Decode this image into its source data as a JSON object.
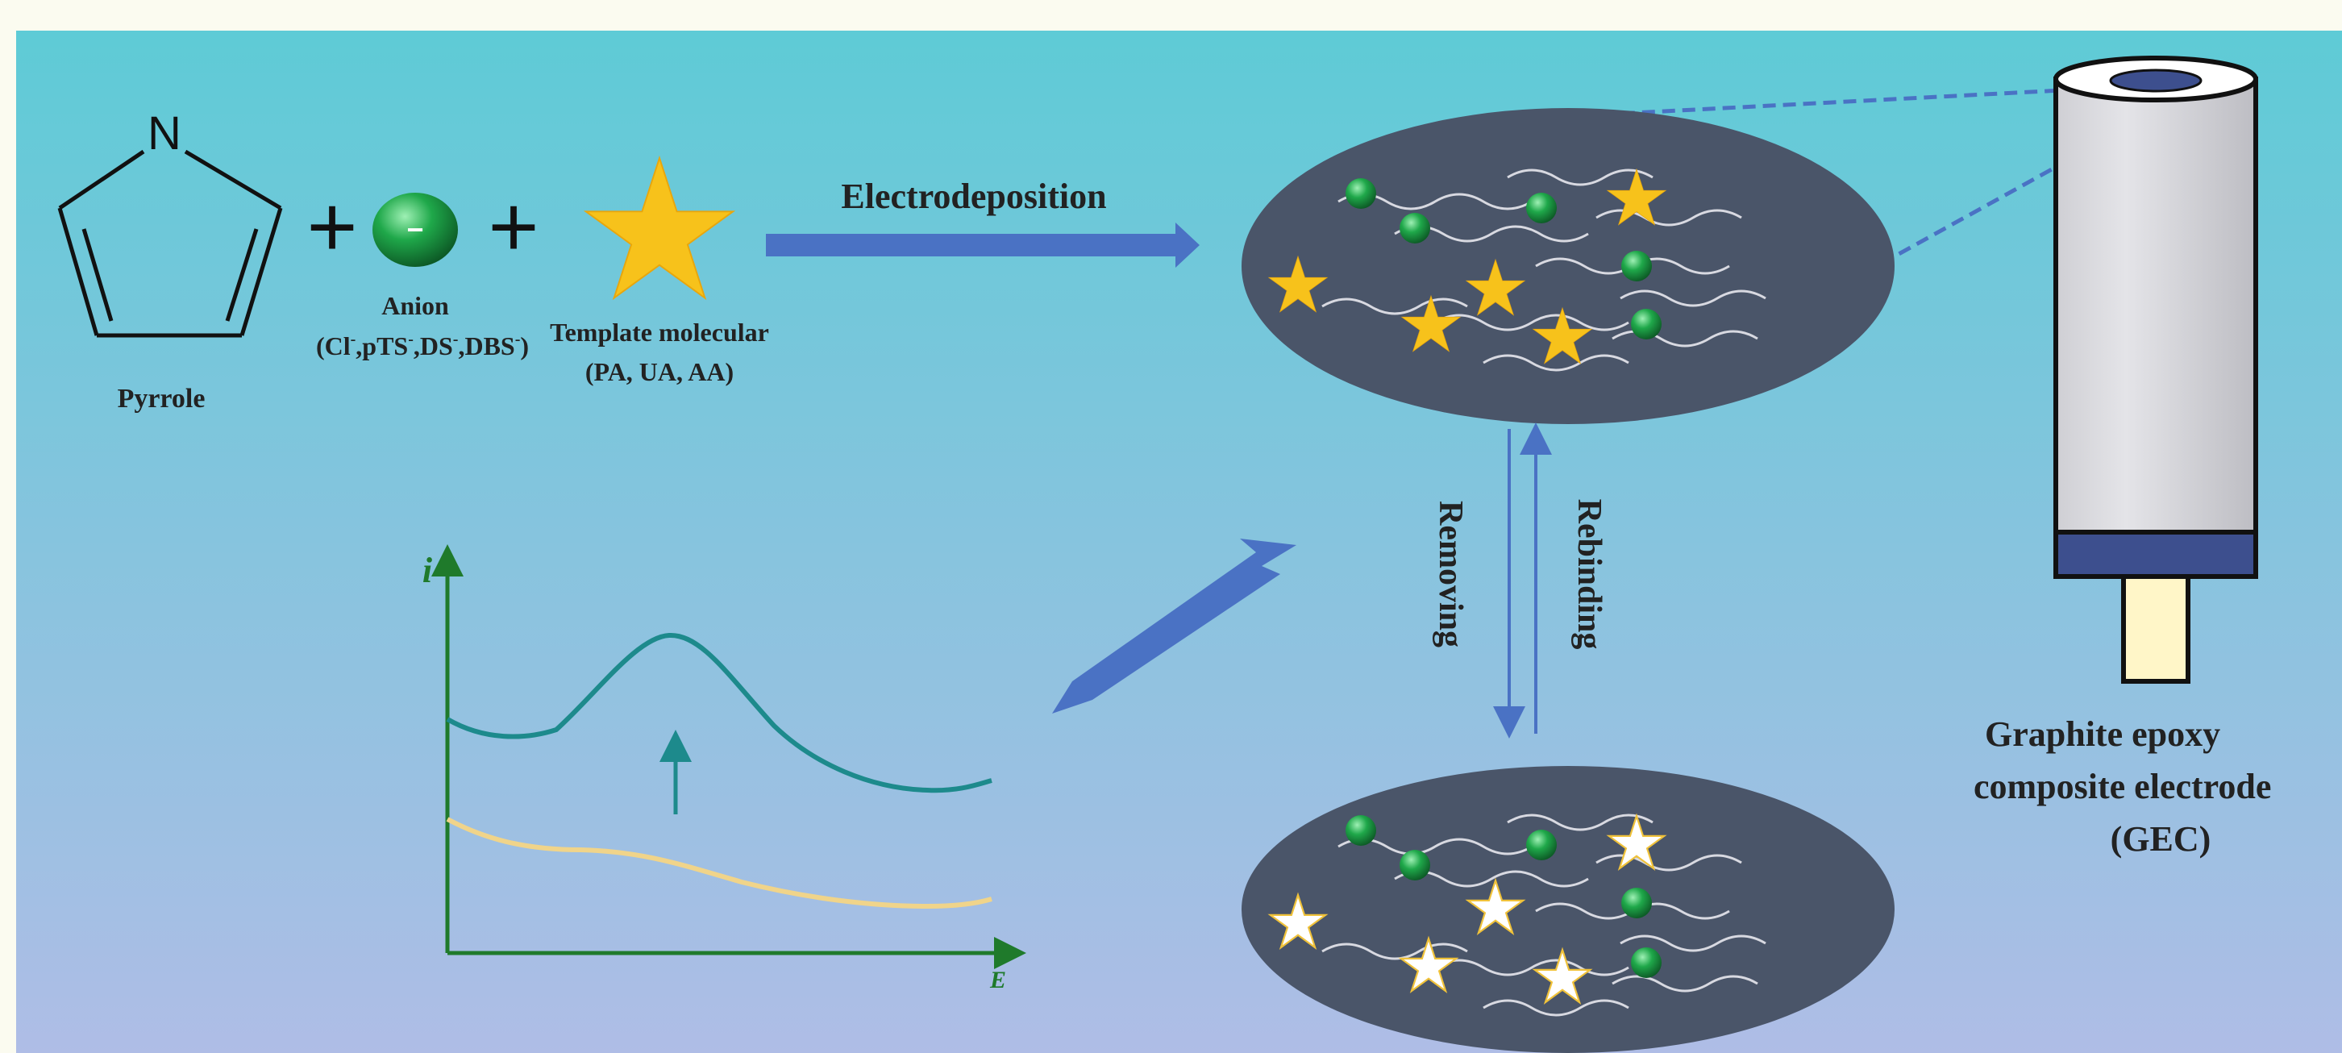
{
  "pyrrole": {
    "atom": "N",
    "label": "Pyrrole"
  },
  "reactants": {
    "plus": "+",
    "anion_sign": "−",
    "anion_label": "Anion",
    "anion_types": [
      "Cl",
      "pTS",
      "DS",
      "DBS"
    ],
    "charge": "-",
    "template_label": "Template molecular",
    "template_types": "(PA, UA, AA)"
  },
  "steps": {
    "electrodeposition": "Electrodeposition",
    "removing": "Removing",
    "rebinding": "Rebinding"
  },
  "plot": {
    "y_axis": "i",
    "x_axis": "E"
  },
  "electrode": {
    "line1": "Graphite epoxy",
    "line2": "composite electrode",
    "line3": "(GEC)"
  },
  "colors": {
    "bg_top": "#5ecbd6",
    "bg_bottom": "#afbde6",
    "disc": "#4a5569",
    "star": "#f7c21b",
    "anion": "#1d8a3a",
    "arrow": "#4a72c4",
    "curve_after": "#1d8a8c",
    "curve_before": "#f0d48a",
    "axis": "#1f7a2b"
  }
}
